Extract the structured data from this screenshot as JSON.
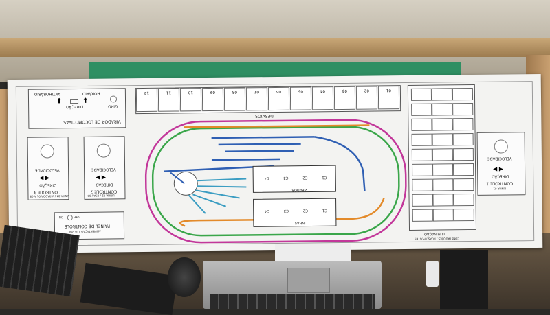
{
  "panel": {
    "title_line1": "PAINEL DE CONTROLE",
    "title_line2": "ALIMENTAÇÃO 110 VOL",
    "on_label": "ON",
    "off_label": "OFF"
  },
  "virador": {
    "title": "VIRADOR DE LOCOMOTIVAS",
    "antihorario": "ANTIHORÁRIO",
    "horario": "HORÁRIO",
    "direcao": "DIREÇÃO",
    "giro": "GIRO"
  },
  "controle1": {
    "title": "CONTROLE 1",
    "sub": "LINHA 01",
    "vel": "VELOCIDADE",
    "dir": "DIREÇÃO"
  },
  "controle2": {
    "title": "CONTROLE 2",
    "sub": "LINHA 02 / 03A / 03",
    "vel": "VELOCIDADE",
    "dir": "DIREÇÃO"
  },
  "controle3": {
    "title": "CONTROLE 3",
    "sub": "LINHA 04 / VIRADOR 01 A 08",
    "vel": "VELOCIDADE",
    "dir": "DIREÇÃO"
  },
  "desvios": {
    "title": "DESVIOS",
    "labels": [
      "12",
      "11",
      "10",
      "09",
      "08",
      "07",
      "06",
      "05",
      "04",
      "03",
      "02",
      "01"
    ]
  },
  "iluminacao": {
    "title": "ILUMINAÇÃO",
    "subtitle": "CONSTRUÇÕES / RUAS / POSTES"
  },
  "layout": {
    "virador_label": "VIRADOR",
    "linhas_label": "LINHAS",
    "c_labels_top": [
      "C4",
      "C3",
      "C2",
      "C1"
    ],
    "c_labels_bottom": [
      "C4",
      "C3",
      "C2",
      "C1"
    ]
  },
  "colors": {
    "outer_track": "#c2379a",
    "green_track": "#3aa64a",
    "orange_track": "#e38a2a",
    "blue_track": "#2f5fb3",
    "teal_track": "#3b9dc2"
  }
}
